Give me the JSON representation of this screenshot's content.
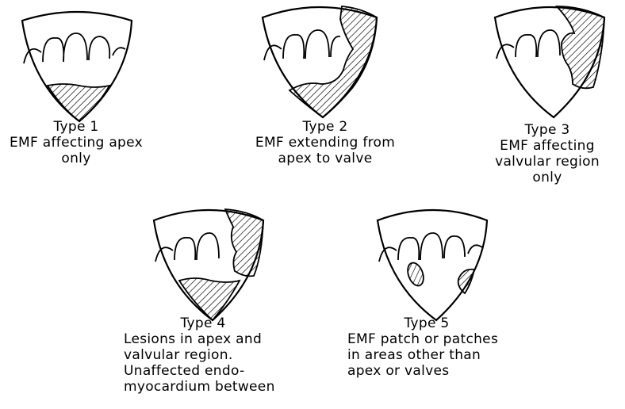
{
  "figure": {
    "types": [
      {
        "title": "Type 1",
        "lines": [
          "EMF affecting apex",
          "only"
        ]
      },
      {
        "title": "Type 2",
        "lines": [
          "EMF extending from",
          "apex to valve"
        ]
      },
      {
        "title": "Type 3",
        "lines": [
          "EMF affecting",
          "valvular region",
          "only"
        ]
      },
      {
        "title": "Type 4",
        "lines": [
          "Lesions in apex and",
          "valvular region.",
          "Unaffected endo-",
          "myocardium between"
        ]
      },
      {
        "title": "Type 5",
        "lines": [
          "EMF patch or patches",
          "in areas other than",
          "apex or valves"
        ]
      }
    ]
  }
}
